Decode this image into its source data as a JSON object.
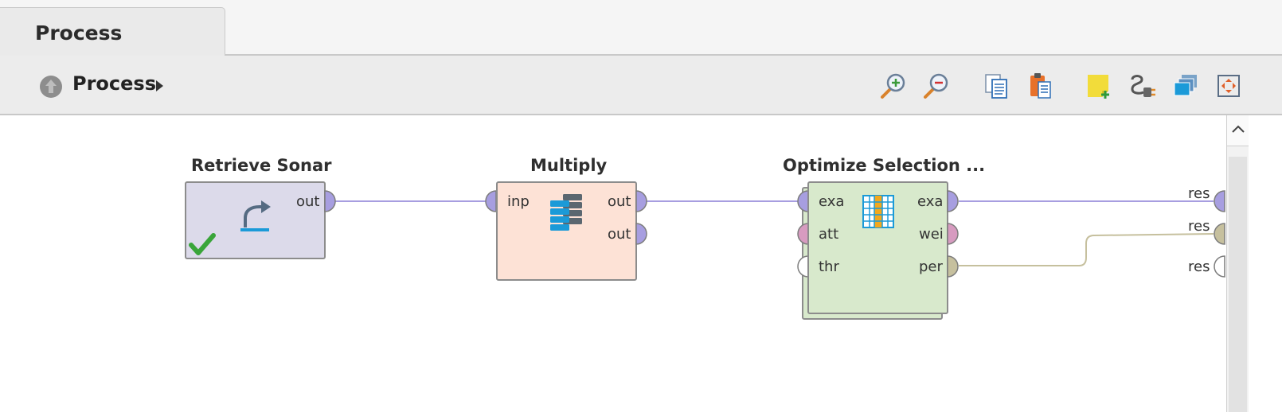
{
  "tab": {
    "label": "Process"
  },
  "breadcrumb": {
    "label": "Process"
  },
  "toolbar": {
    "buttons": [
      "zoom-in-icon",
      "zoom-out-icon",
      "copy-icon",
      "paste-icon",
      "add-note-icon",
      "auto-wire-icon",
      "arrange-icon",
      "fit-to-view-icon"
    ]
  },
  "operators": {
    "retrieve": {
      "title": "Retrieve Sonar",
      "out": "out",
      "status": "executed"
    },
    "multiply": {
      "title": "Multiply",
      "inp": "inp",
      "out1": "out",
      "out2": "out"
    },
    "optimize": {
      "title": "Optimize Selection ...",
      "in_exa": "exa",
      "in_att": "att",
      "in_thr": "thr",
      "out_exa": "exa",
      "out_wei": "wei",
      "out_per": "per"
    }
  },
  "result_ports": [
    "res",
    "res",
    "res"
  ],
  "colors": {
    "port_example": "#a79ee0",
    "port_weights": "#d79bc0",
    "port_performance": "#c6c09e",
    "retrieve_bg": "#dcdaea",
    "multiply_bg": "#fde2d6",
    "optimize_bg": "#d8e9cc"
  }
}
